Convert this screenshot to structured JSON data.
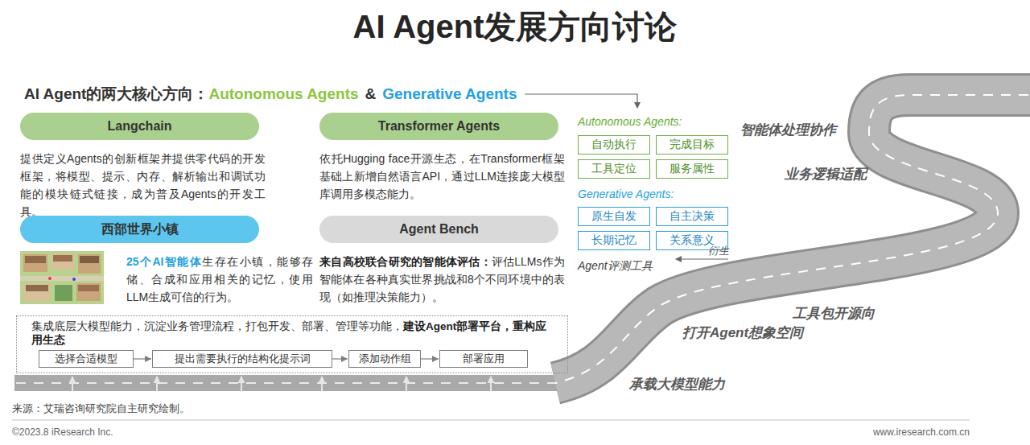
{
  "diagram": {
    "title": "AI Agent发展方向讨论",
    "nodes": [
      {
        "text": [
          "Langchain",
          "提供定义Agents的创新框架并提供零代码的开发框架，将模型、提示、内存、解析输出和调试功能的模块链式链接，成为普及Agents的开发工具。"
        ]
      },
      {
        "text": [
          "Transformer Agents",
          "依托Hugging face开源生态，在Transformer框架基础上新增自然语言API，通过LLM连接庞大模型库调用多模态能力。"
        ]
      },
      {
        "text": [
          "西部世界小镇",
          "25个AI智能体",
          "生存在小镇，能够存储、合成和应用相关的记忆，使用LLM生成可信的行为。"
        ]
      },
      {
        "text": [
          "Agent Bench",
          "来自高校联合研究的智能体评估：",
          "评估LLMs作为智能体在各种真实世界挑战和8个不同环境中的表现（如推理决策能力）。"
        ]
      },
      {
        "text": [
          "集成底层大模型能力，沉淀业务管理流程，打包开发、部署、管理等功能，",
          "建设Agent部署平台，重构应用生态"
        ]
      },
      {
        "text": [
          "选择合适模型"
        ],
        "in": 4
      },
      {
        "text": [
          "提出需要执行的结构化提示词"
        ],
        "in": 4
      },
      {
        "text": [
          "添加动作组"
        ],
        "in": 4
      },
      {
        "text": [
          "部署应用"
        ],
        "in": 4
      },
      {
        "text": [
          "自动执行"
        ]
      },
      {
        "text": [
          "完成目标"
        ]
      },
      {
        "text": [
          "工具定位"
        ]
      },
      {
        "text": [
          "服务属性"
        ]
      },
      {
        "text": [
          "原生自发"
        ]
      },
      {
        "text": [
          "自主决策"
        ]
      },
      {
        "text": [
          "长期记忆"
        ]
      },
      {
        "text": [
          "关系意义"
        ]
      }
    ],
    "edges": [
      {
        "from": 5,
        "to": 6,
        "arrow": "to"
      },
      {
        "from": 6,
        "to": 7,
        "arrow": "to"
      },
      {
        "from": 7,
        "to": 8,
        "arrow": "to"
      }
    ],
    "labels": [
      "AI Agent的两大核心方向：",
      "Autonomous Agents",
      "&",
      "Generative Agents",
      "Autonomous Agents:",
      "Generative Agents:",
      "衍生",
      "Agent评测工具",
      "智能体处理协作",
      "业务逻辑适配",
      "工具包开源向",
      "打开Agent想象空间",
      "承载大模型能力",
      "来源：艾瑞咨询研究院自主研究绘制。",
      "©2023.8 iResearch Inc.",
      "www.iresearch.com.cn"
    ]
  }
}
